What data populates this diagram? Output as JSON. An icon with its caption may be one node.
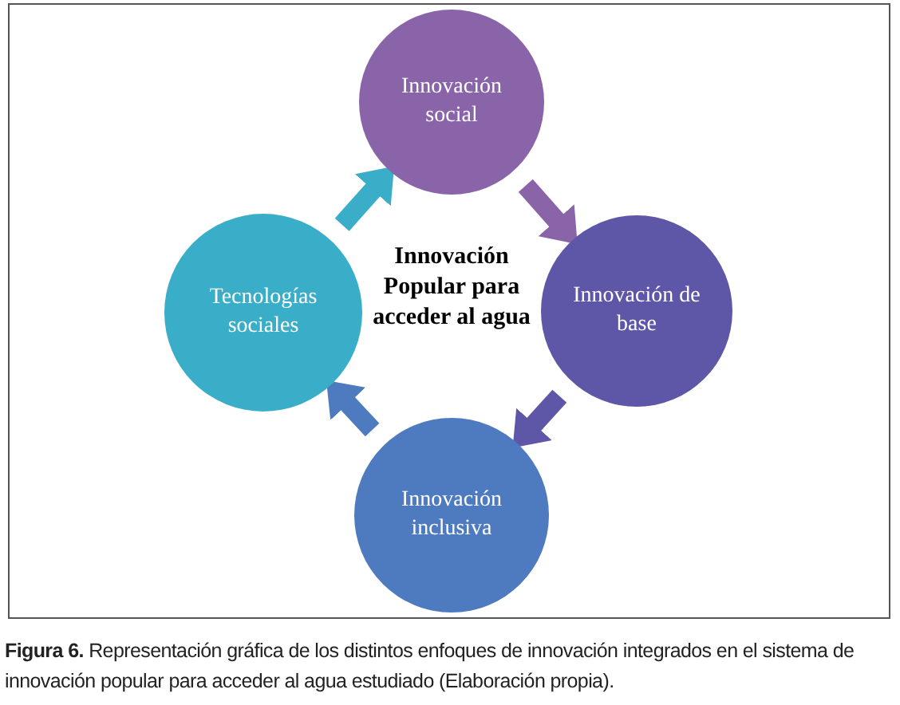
{
  "diagram": {
    "caption": "**Figura 6.** Representación gráfica de los distintos enfoques de innovación integrados en el sistema de innovación popular para acceder al agua estudiado (Elaboración propia).",
    "nodes": [
      {
        "text": [
          "Innovación social"
        ]
      },
      {
        "text": [
          "Innovación de base"
        ]
      },
      {
        "text": [
          "Innovación inclusiva"
        ]
      },
      {
        "text": [
          "Tecnologías sociales"
        ]
      }
    ],
    "edges": [
      {
        "from": 0,
        "to": 1,
        "arrow": "to",
        "color": "#8a64a9"
      },
      {
        "from": 1,
        "to": 2,
        "arrow": "to",
        "color": "#5e56a6"
      },
      {
        "from": 2,
        "to": 3,
        "arrow": "to",
        "color": "#4e7bc0"
      },
      {
        "from": 3,
        "to": 0,
        "arrow": "to",
        "color": "#3aaec8"
      }
    ],
    "labels": [
      "Innovación Popular para acceder al agua"
    ]
  }
}
